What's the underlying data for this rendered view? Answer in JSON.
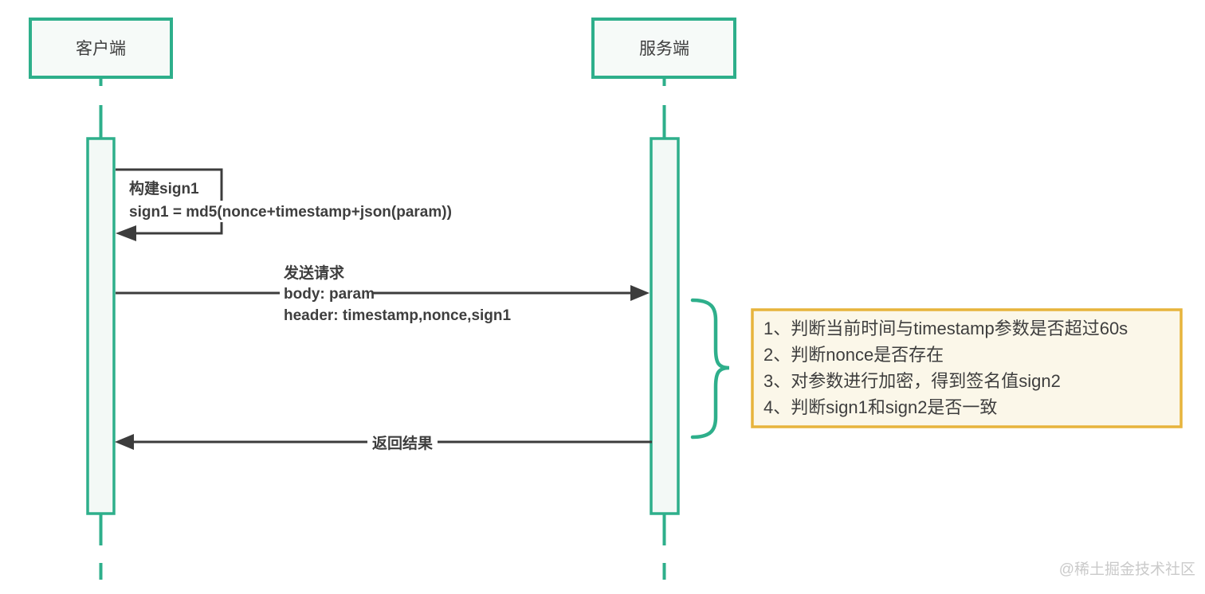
{
  "actors": {
    "client": "客户端",
    "server": "服务端"
  },
  "messages": {
    "build_sign_title": "构建sign1",
    "build_sign_formula": "sign1 = md5(nonce+timestamp+json(param))",
    "request_title": "发送请求",
    "request_body": "body: param",
    "request_header": "header: timestamp,nonce,sign1",
    "response_label": "返回结果"
  },
  "note": {
    "items": [
      "1、判断当前时间与timestamp参数是否超过60s",
      "2、判断nonce是否存在",
      "3、对参数进行加密，得到签名值sign2",
      "4、判断sign1和sign2是否一致"
    ]
  },
  "watermark": "@稀土掘金技术社区",
  "colors": {
    "green": "#2EAF8B",
    "dark_line": "#3C3C3C",
    "text": "#3E3E3E",
    "note_border": "#E7B43C",
    "note_bg": "#FBF7E9",
    "actor_fill": "#F6FAF8",
    "watermark": "#CACACA"
  }
}
